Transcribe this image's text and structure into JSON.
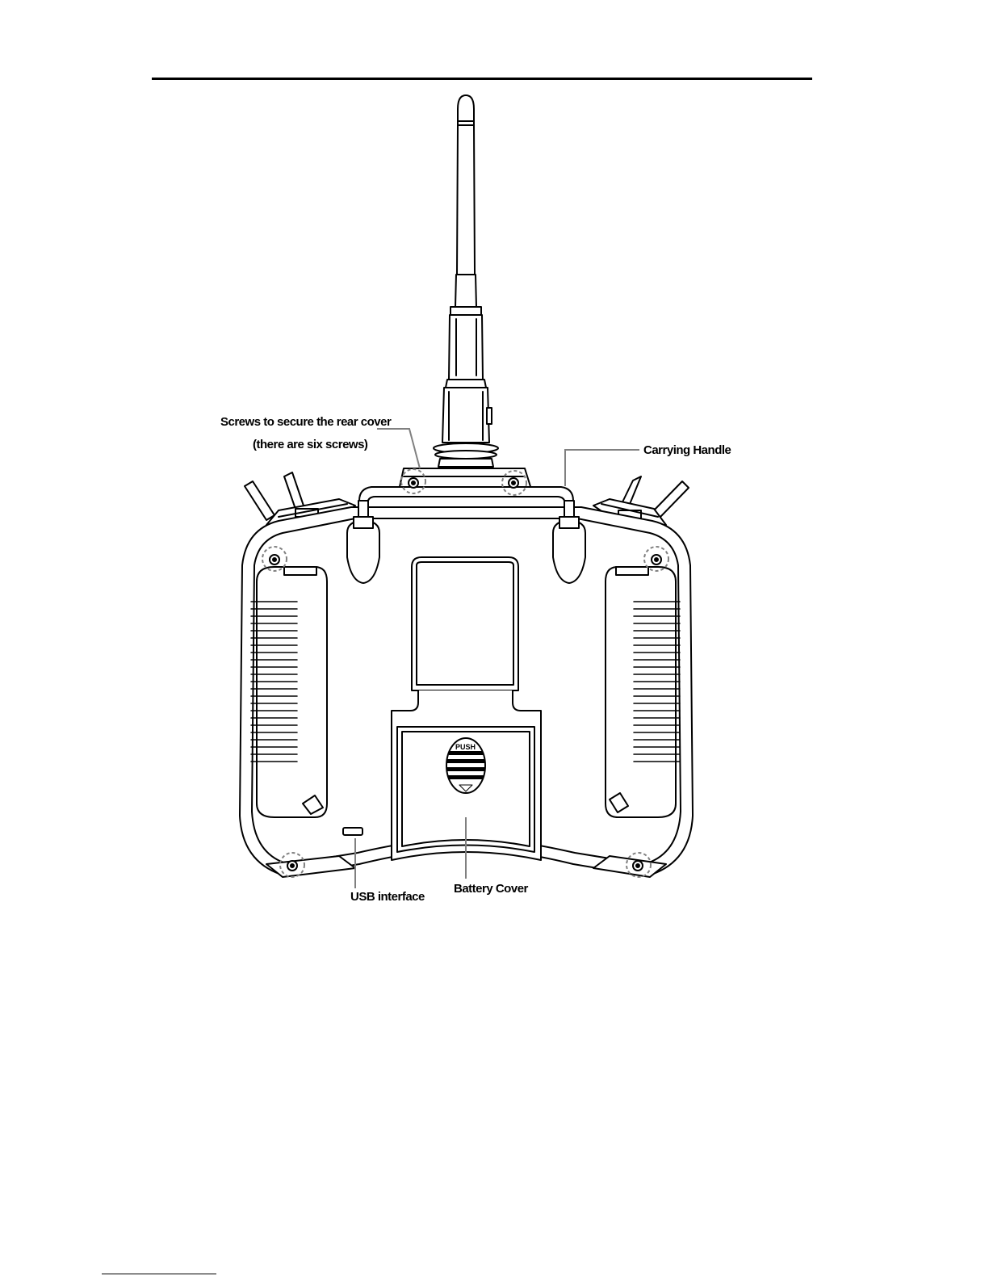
{
  "labels": {
    "screws_line1": "Screws to secure the rear cover",
    "screws_line2": "(there are six screws)",
    "carrying_handle": "Carrying Handle",
    "usb_interface": "USB interface",
    "battery_cover": "Battery Cover",
    "push": "PUSH"
  },
  "colors": {
    "ink": "#000000",
    "leader": "#808080",
    "screw_ring": "#808080",
    "background": "#ffffff"
  }
}
